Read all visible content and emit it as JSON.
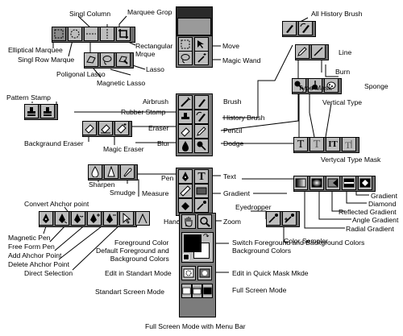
{
  "labels": {
    "singl_column": "Singl Column",
    "marquee_group": "Marquee Grop",
    "elliptical_marquee": "Elliptical Marquee",
    "singl_row_marquee": "Singl Row Marque",
    "rectangular_marquee": "Rectangular\nMrque",
    "move": "Move",
    "magic_wand": "Magic Wand",
    "poligonal_lasso": "Poligonal Lasso",
    "lasso": "Lasso",
    "magnetic_lasso": "Magnetic Lasso",
    "pattern_stamp": "Pattern Stamp",
    "rubber_stamp": "Rubber Stamp",
    "airbrush": "Airbrush",
    "brush": "Brush",
    "history_brush": "History Brush",
    "pencil": "Pencil",
    "dodge": "Dodge",
    "eraser": "Eraser",
    "background_eraser": "Backgraund Eraser",
    "magic_eraser": "Magic Eraser",
    "blur": "Blur",
    "sharpen": "Sharpen",
    "smudge": "Smudge",
    "pen": "Pen",
    "measure": "Measure",
    "text": "Text",
    "gradient": "Gradient",
    "convert_anchor_point": "Convert Ahchor point",
    "magnetic_pen": "Magnetic Pen",
    "free_form_pen": "Free Form Pen",
    "add_anchor_point": "Add Ahchor Point",
    "delete_anchor_point": "Delete Ahchor Point",
    "direct_selection": "Direct Selection",
    "eyedropper": "Eyedropper",
    "color_sampler": "Color Sempler",
    "hand": "Hand",
    "zoom": "Zoom",
    "foreground_color": "Foreground Color",
    "default_colors": "Default Foreground and\nBackground Colors",
    "switch_colors": "Switch Foreground and Background Colors\nBackground Colors",
    "edit_standard_mode": "Edit in Standart Mode",
    "edit_quick_mask": "Edit in Quick Mask Mkde",
    "standard_screen_mode": "Standart Screen Mode",
    "full_screen_mode": "Full Screen Mode",
    "full_screen_menu_bar": "Full Screen Mode with Menu Bar",
    "all_history_brush": "All History Brush",
    "line": "Line",
    "burn": "Burn",
    "sponge": "Sponge",
    "type_mask": "Type Mask",
    "vertical_type": "Vertical Type",
    "vertical_type_mask": "Vertycal Type Mask",
    "gradient_right": "Gradient",
    "diamond": "Diamond",
    "reflected_gradient": "Reflected Gradient",
    "angle_gradient": "Angle Gradient",
    "radial_gradient": "Radial Gradient"
  },
  "glyphs": {
    "type_t": "T",
    "type_mask_t": "T",
    "vertical_t": "IT",
    "tool_text_t": "T"
  }
}
